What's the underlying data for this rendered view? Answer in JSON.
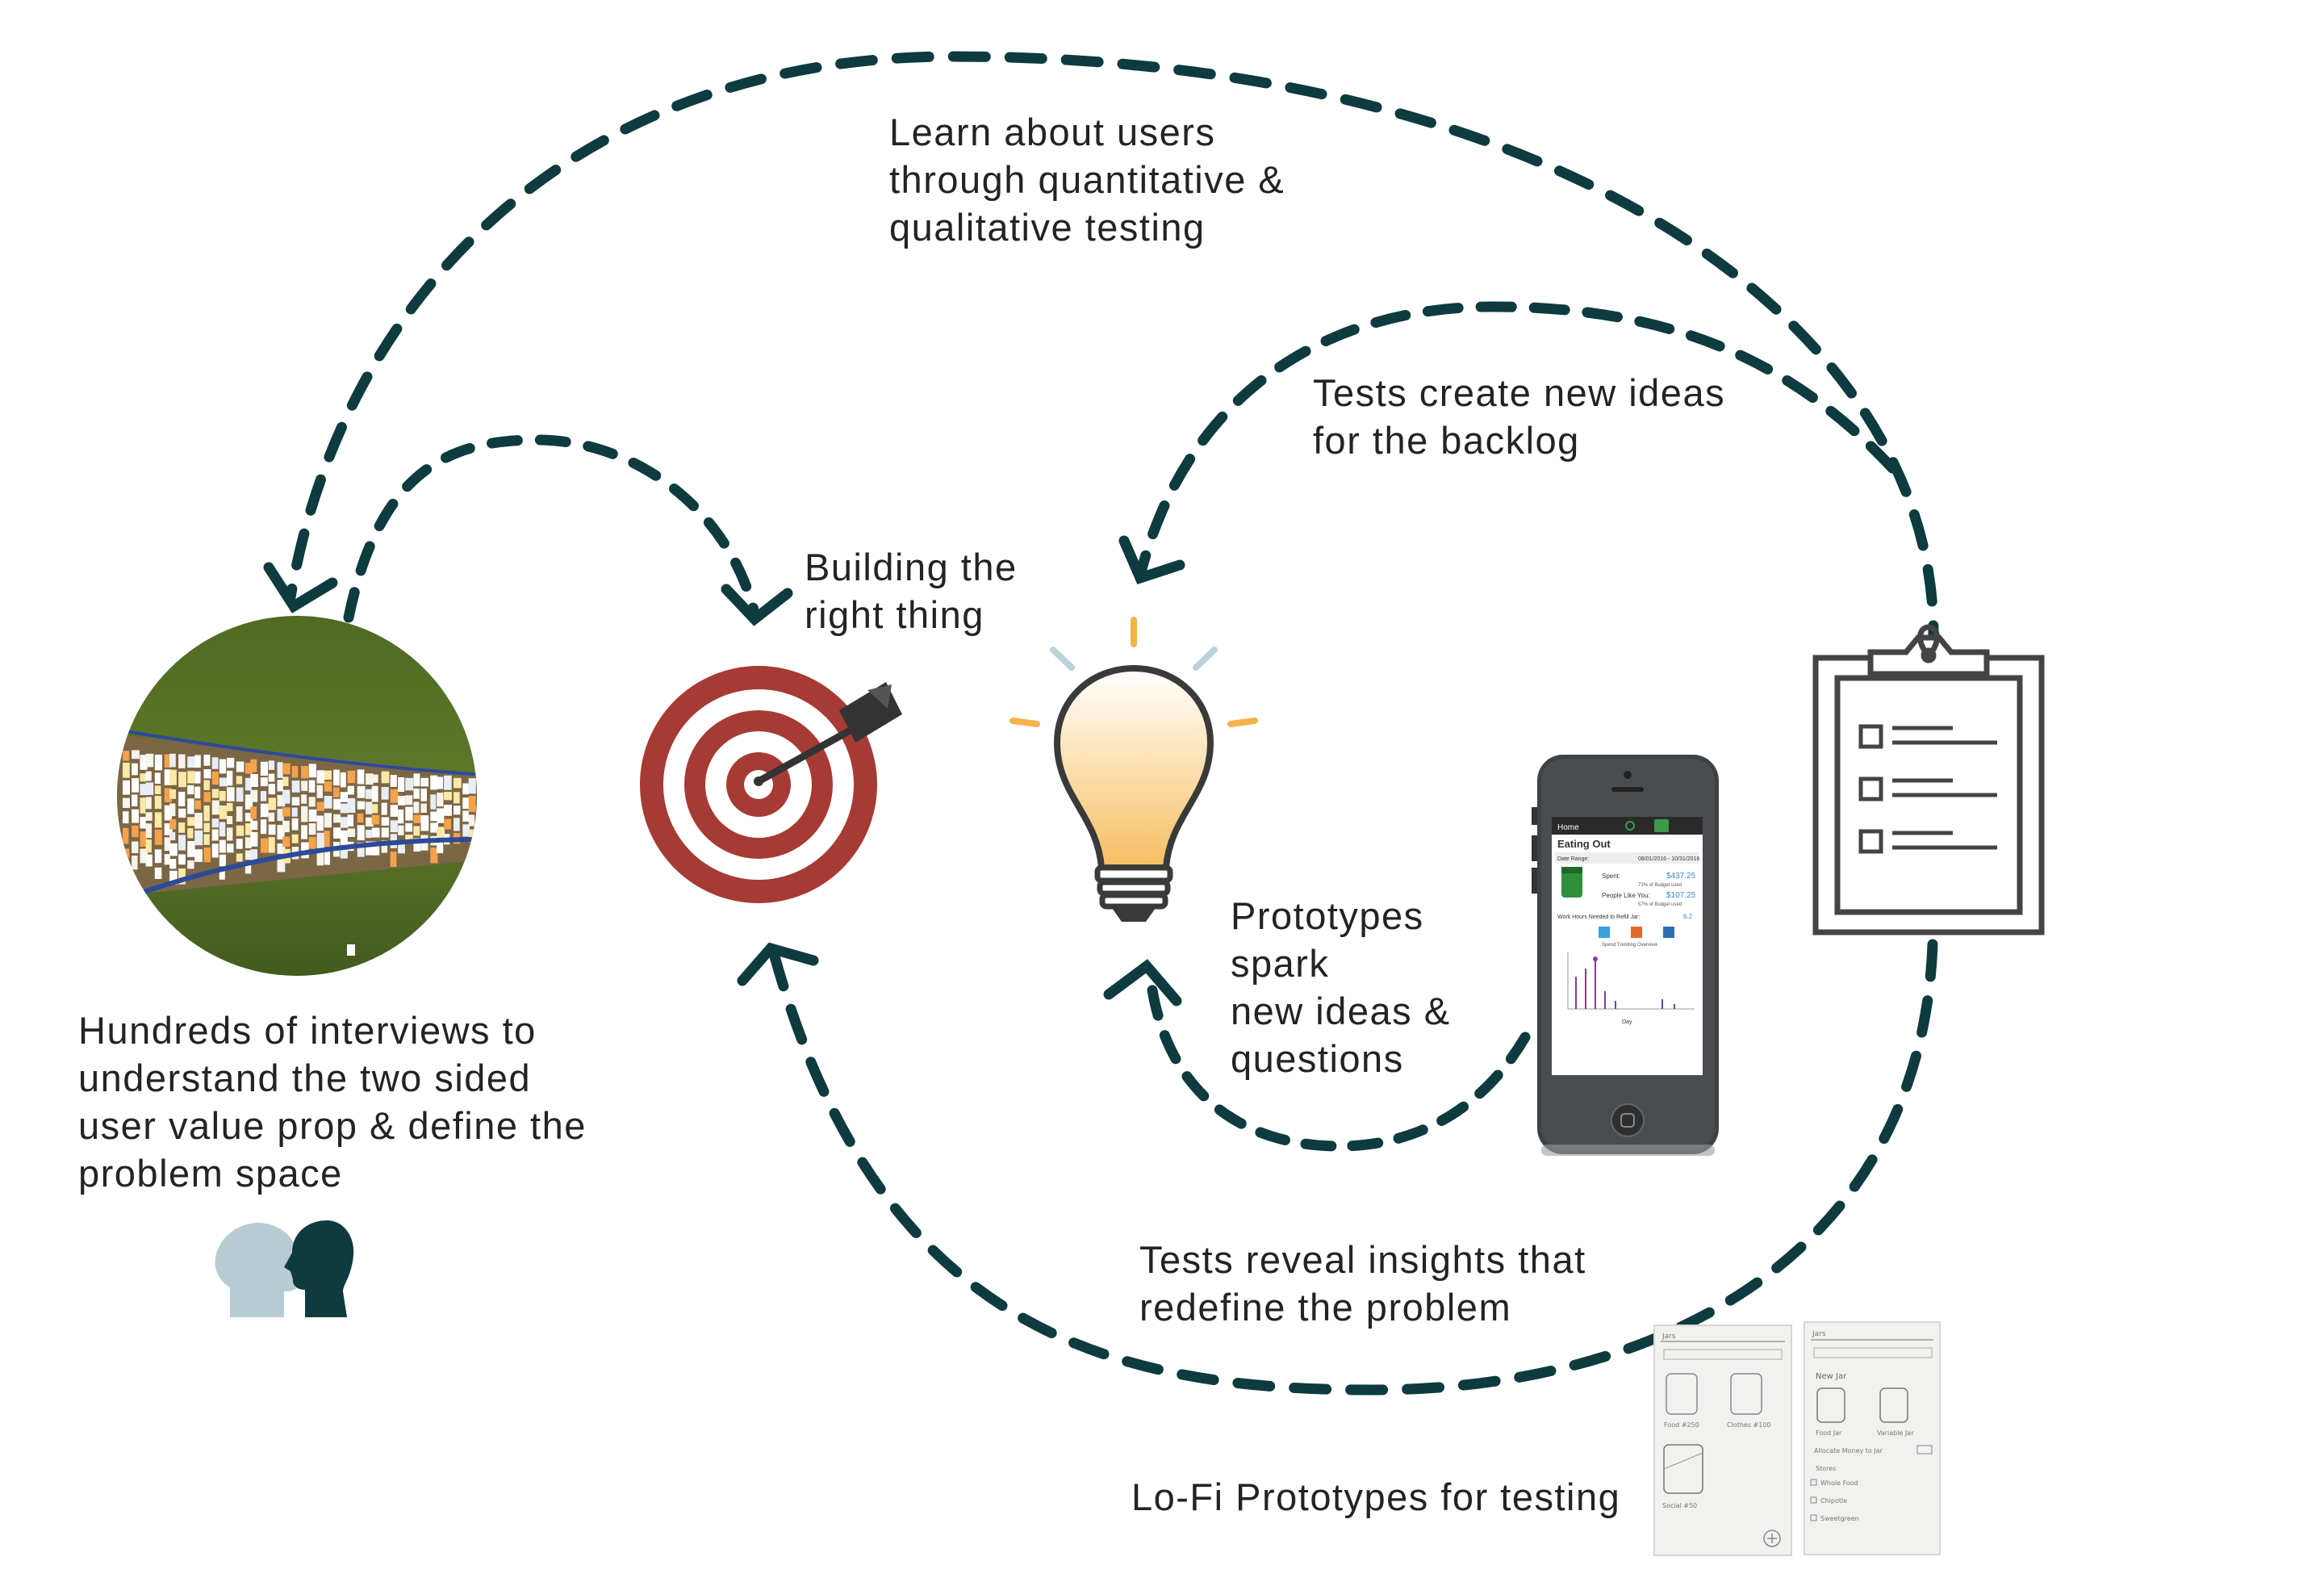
{
  "labels": {
    "learn": [
      "Learn about users",
      "through quantitative &",
      "qualitative testing"
    ],
    "tests_create": [
      "Tests create new ideas",
      "for the backlog"
    ],
    "building": [
      "Building the",
      "right thing"
    ],
    "prototypes": [
      "Prototypes",
      "spark",
      "new ideas &",
      "questions"
    ],
    "interviews": [
      "Hundreds of interviews to",
      "understand the two sided",
      "user value prop & define the",
      "problem space"
    ],
    "tests_reveal": [
      "Tests reveal insights that",
      "redefine the problem"
    ],
    "lofi": "Lo-Fi Prototypes for testing"
  },
  "phone_screen": {
    "nav_home": "Home",
    "title": "Eating Out",
    "date_label": "Date Range:",
    "date_value": "08/01/2016 - 10/31/2016",
    "spent_label": "Spent:",
    "spent_value": "$437.25",
    "spent_sub": "72% of Budget used",
    "people_label": "People Like You:",
    "people_value": "$107.25",
    "people_sub": "57% of Budget used",
    "work_label": "Work Hours Needed to Refill Jar:",
    "work_value": "6.2",
    "chart_title": "Spend Trending Overview",
    "chart_xlabel": "Day"
  },
  "sketch_left": {
    "header": "Jars",
    "jar1": "Food #250",
    "jar2": "Clothes #100",
    "jar3": "Social #50"
  },
  "sketch_right": {
    "header": "Jars",
    "title": "New Jar",
    "jar1": "Food Jar",
    "jar2": "Variable Jar",
    "line1": "Allocate Money to Jar",
    "line2": "Stores",
    "item1": "Whole Food",
    "item2": "Chipotle",
    "item3": "Sweetgreen"
  },
  "colors": {
    "arrow": "#0d3b3f",
    "target": "#a63a34",
    "bulb_glow": "#f5be62",
    "rays_orange": "#f3b24c",
    "rays_blue": "#b9d2dc",
    "head_light": "#b6ccd2",
    "head_dark": "#0d3b3f"
  },
  "icons": {
    "photo": "wall-of-sticky-notes-photo",
    "target": "bullseye-target-icon",
    "bulb": "lightbulb-icon",
    "phone": "smartphone-icon",
    "clipboard": "clipboard-checklist-icon",
    "heads": "two-heads-icon"
  }
}
